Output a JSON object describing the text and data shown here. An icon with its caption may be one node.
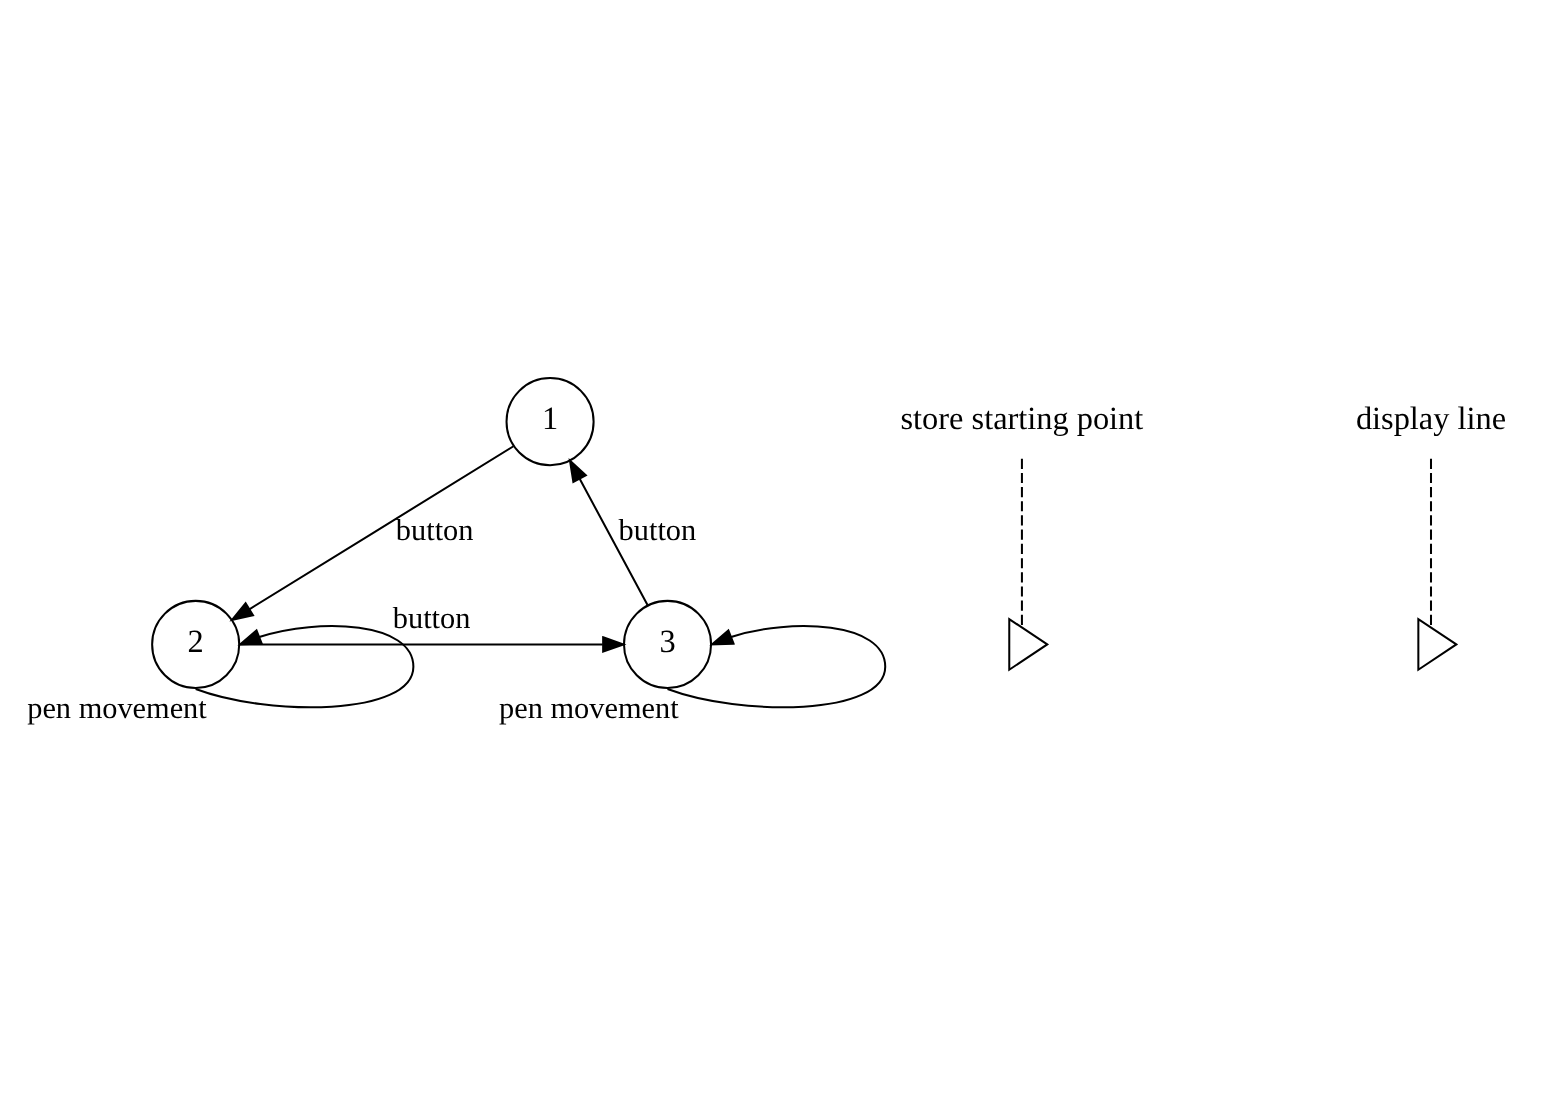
{
  "diagram": {
    "nodes": [
      {
        "text": [
          "1"
        ]
      },
      {
        "text": [
          "2"
        ]
      },
      {
        "text": [
          "3"
        ]
      },
      {
        "text": [],
        "shape": "triangle"
      },
      {
        "text": [
          "display line"
        ]
      },
      {
        "text": [
          "store starting point"
        ]
      },
      {
        "text": [],
        "shape": "triangle"
      }
    ],
    "edges": [
      {
        "from": 0,
        "to": 1,
        "arrow": "to",
        "label": "button"
      },
      {
        "from": 2,
        "to": 0,
        "arrow": "to",
        "label": "button"
      },
      {
        "from": 1,
        "to": 2,
        "arrow": "to",
        "label": "button"
      },
      {
        "from": 1,
        "to": 1,
        "arrow": "to",
        "label": "pen movement"
      },
      {
        "from": 2,
        "to": 2,
        "arrow": "to",
        "label": "pen movement"
      },
      {
        "from": 5,
        "to": 3,
        "arrow": "none",
        "style": "dashed"
      },
      {
        "from": 4,
        "to": 6,
        "arrow": "none",
        "style": "dashed"
      }
    ]
  }
}
